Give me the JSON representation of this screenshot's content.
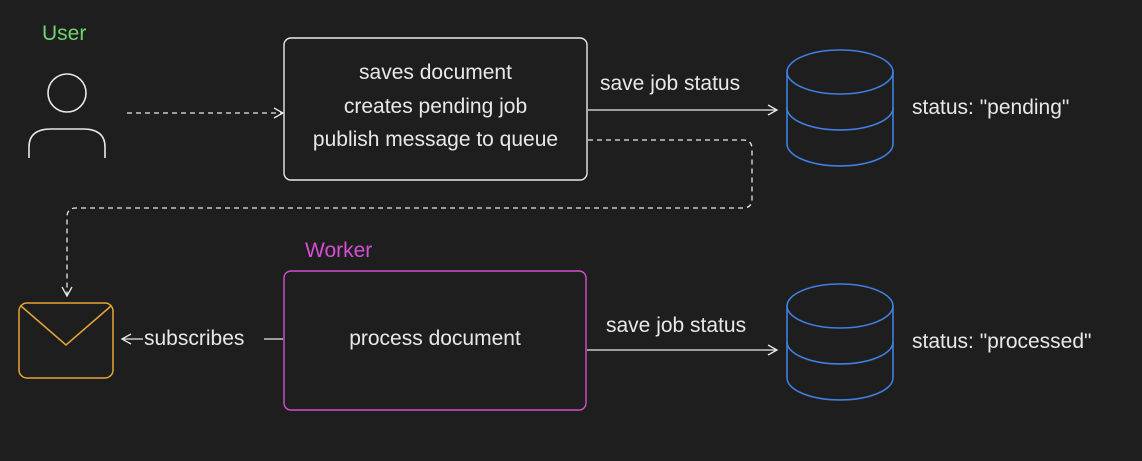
{
  "actors": {
    "user": {
      "label": "User",
      "color": "#6fd46f",
      "icon": "user-icon"
    },
    "worker": {
      "label": "Worker",
      "color": "#d44fd4"
    }
  },
  "api_box": {
    "lines": [
      "saves document",
      "creates pending job",
      "publish message to queue"
    ]
  },
  "worker_box": {
    "label": "process document"
  },
  "edges": {
    "save_status_top": "save job status",
    "save_status_bottom": "save job status",
    "subscribes": "subscribes"
  },
  "databases": {
    "top": {
      "status": "status: \"pending\"",
      "color": "#3f7fe0"
    },
    "bottom": {
      "status": "status: \"processed\"",
      "color": "#3f7fe0"
    }
  },
  "queue": {
    "icon": "envelope-icon",
    "color": "#e7a43a"
  },
  "colors": {
    "stroke": "#e8e8e8",
    "background": "#1e1e1e"
  }
}
